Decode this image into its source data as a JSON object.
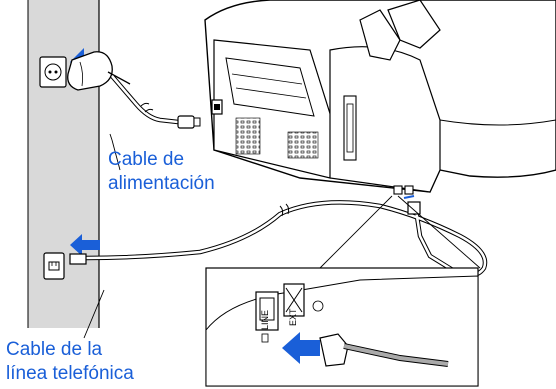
{
  "labels": {
    "power_cable": [
      "Cable de",
      "alimentación"
    ],
    "phone_line_cable": [
      "Cable de la",
      "línea telefónica"
    ]
  },
  "port_labels": {
    "line": "LINE",
    "ext": "EXT"
  },
  "colors": {
    "label_text": "#1a5fd8",
    "arrow": "#1a5fd8",
    "wall": "#d9d9d9",
    "outline": "#000000"
  },
  "icons": {
    "power_outlet": "power-socket-icon",
    "phone_jack": "phone-jack-icon",
    "power_plug": "power-plug-icon",
    "phone_plug": "phone-plug-icon",
    "insert_arrow": "arrow-right-icon"
  }
}
